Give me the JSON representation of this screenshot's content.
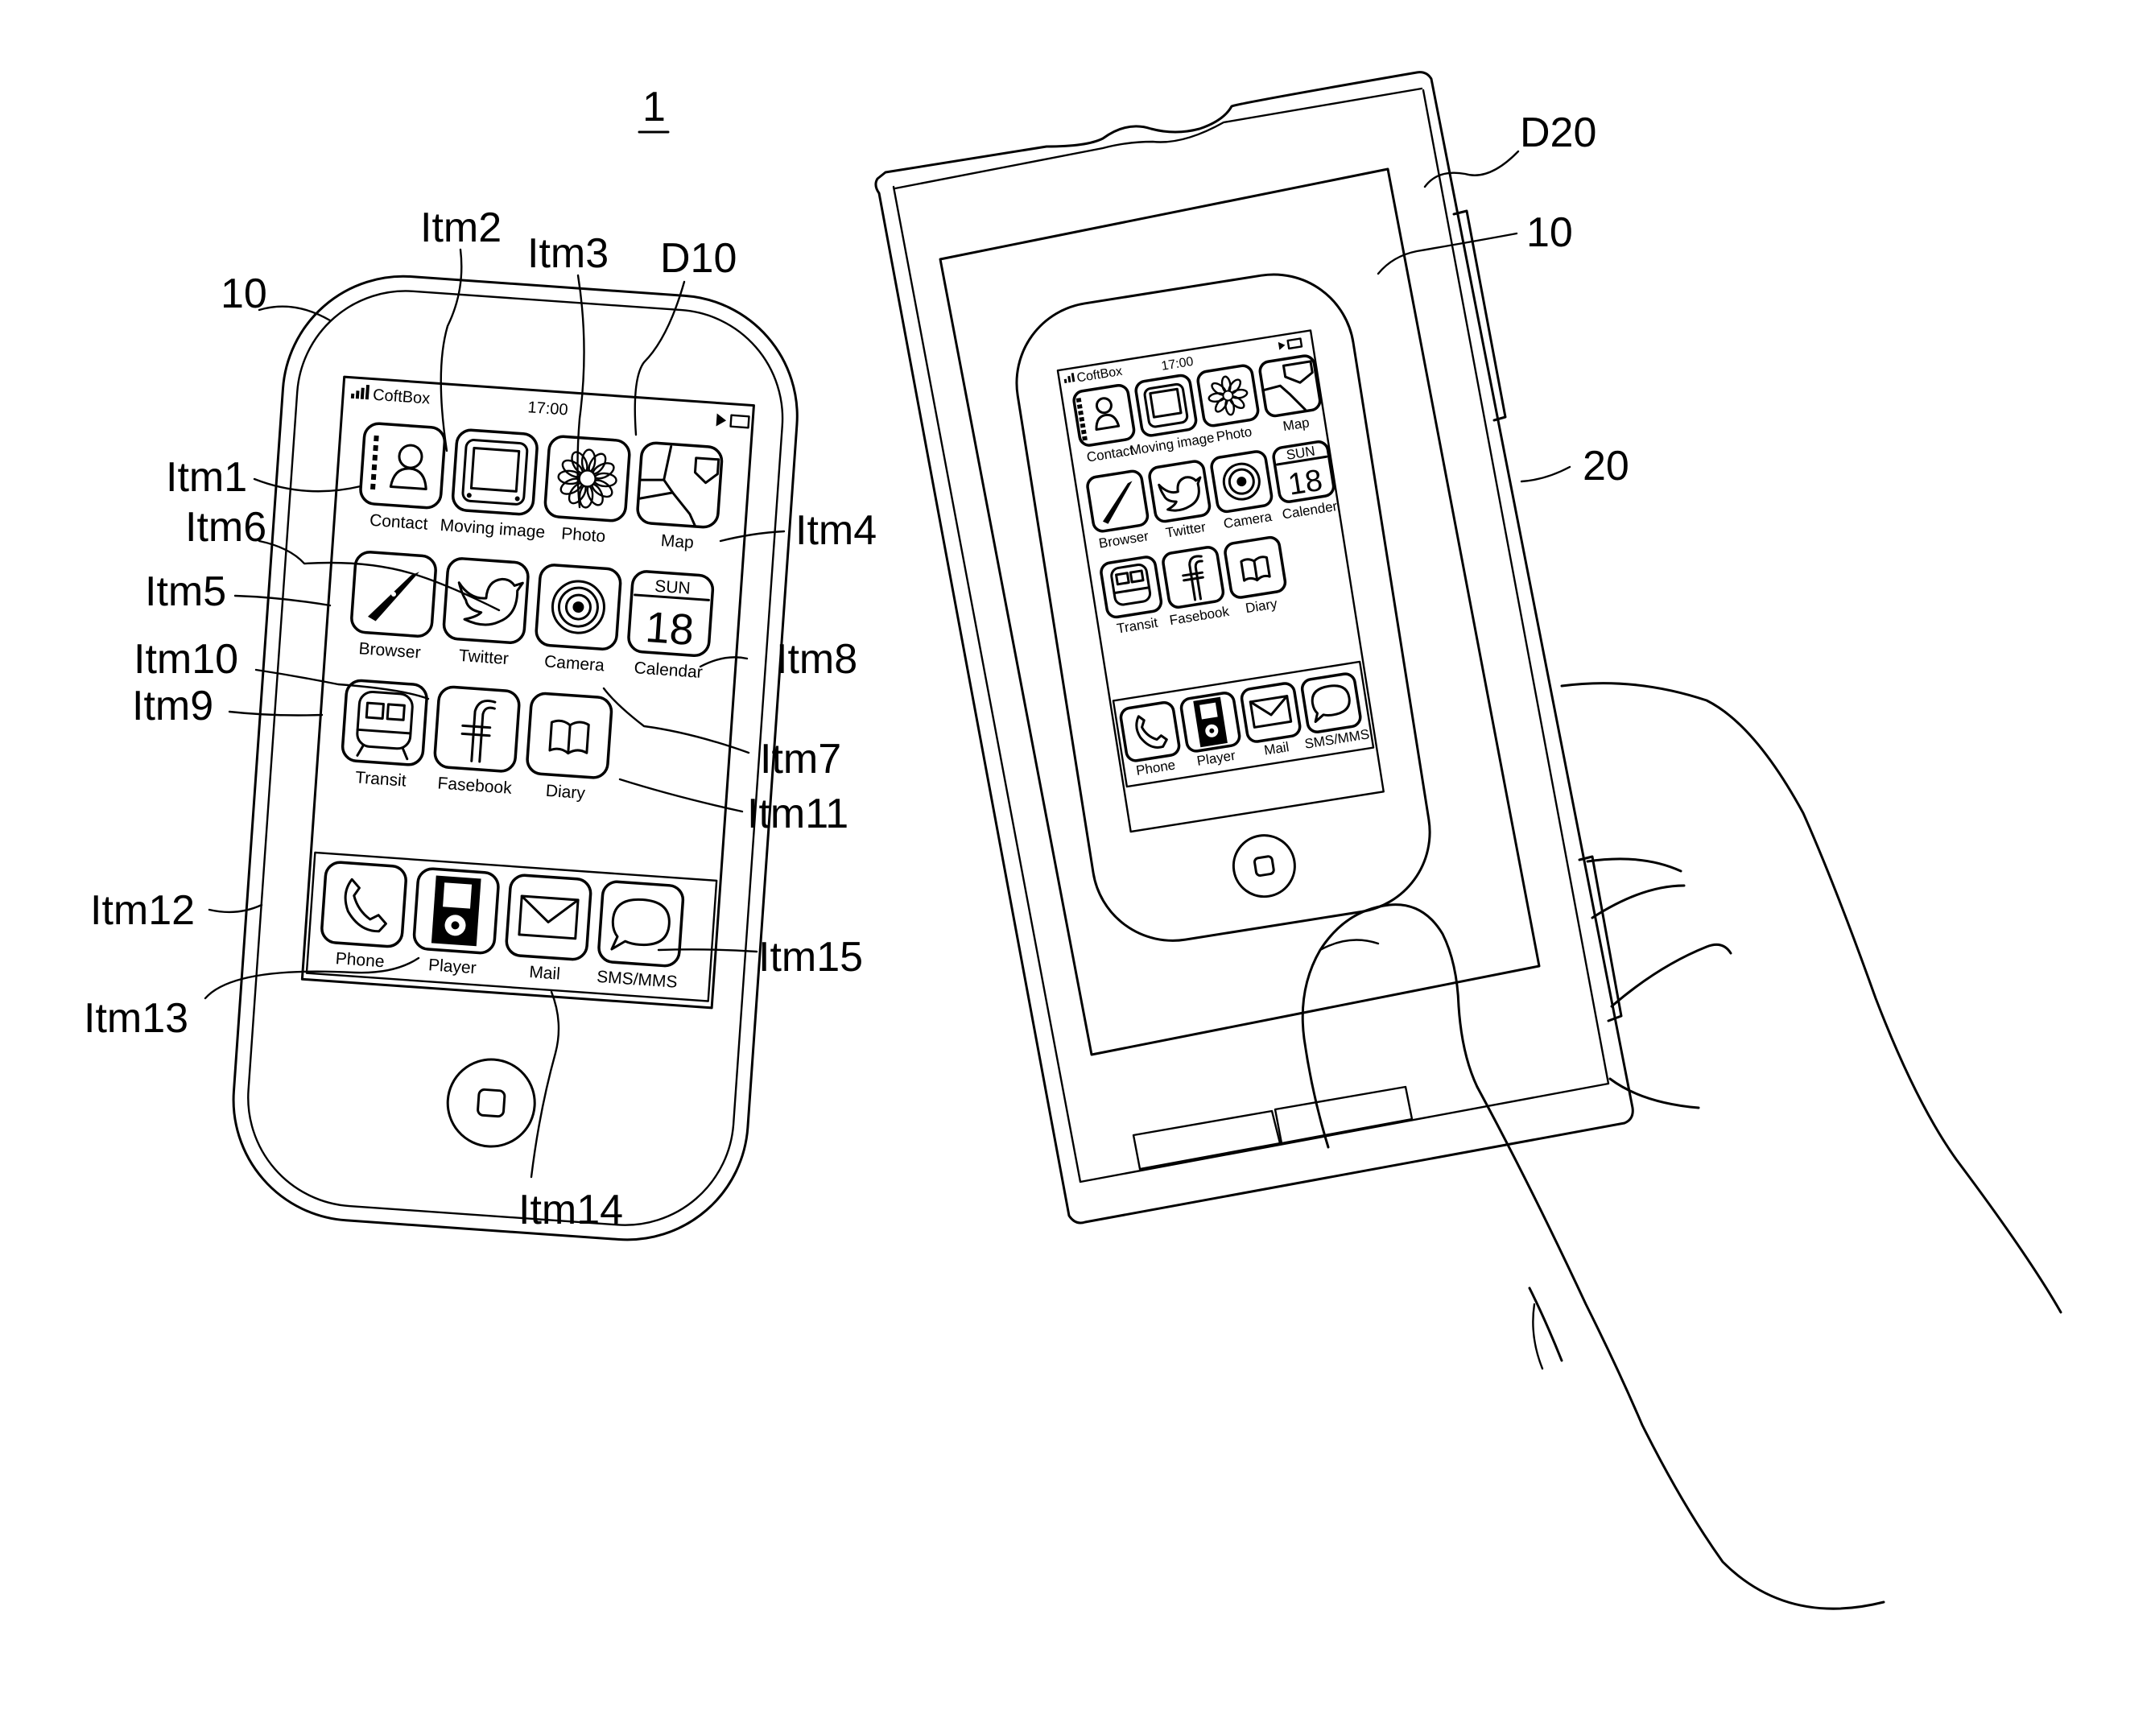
{
  "figure": {
    "ref": "1",
    "labels": {
      "terminal_left": "10",
      "terminal_right": "10",
      "display_10": "D10",
      "display_20": "D20",
      "device_20": "20",
      "itm1": "Itm1",
      "itm2": "Itm2",
      "itm3": "Itm3",
      "itm4": "Itm4",
      "itm5": "Itm5",
      "itm6": "Itm6",
      "itm7": "Itm7",
      "itm8": "Itm8",
      "itm9": "Itm9",
      "itm10": "Itm10",
      "itm11": "Itm11",
      "itm12": "Itm12",
      "itm13": "Itm13",
      "itm14": "Itm14",
      "itm15": "Itm15"
    }
  },
  "phone": {
    "carrier": "CoftBox",
    "time": "17:00",
    "apps": {
      "contact": "Contact",
      "moving_image": "Moving image",
      "photo": "Photo",
      "map": "Map",
      "browser": "Browser",
      "twitter": "Twitter",
      "camera": "Camera",
      "calendar": "Calendar",
      "calendar_day": "SUN",
      "calendar_date": "18",
      "transit": "Transit",
      "facebook": "Fasebook",
      "diary": "Diary"
    },
    "dock": {
      "phone": "Phone",
      "player": "Player",
      "mail": "Mail",
      "sms": "SMS/MMS"
    }
  },
  "mirrored_phone": {
    "calendar_label": "Calender"
  },
  "icons": [
    "contact-icon",
    "moving-image-icon",
    "photo-icon",
    "map-icon",
    "browser-icon",
    "twitter-icon",
    "camera-icon",
    "calendar-icon",
    "transit-icon",
    "facebook-icon",
    "diary-icon",
    "phone-icon",
    "player-icon",
    "mail-icon",
    "sms-icon",
    "home-button-icon",
    "signal-icon",
    "battery-icon",
    "play-icon"
  ]
}
